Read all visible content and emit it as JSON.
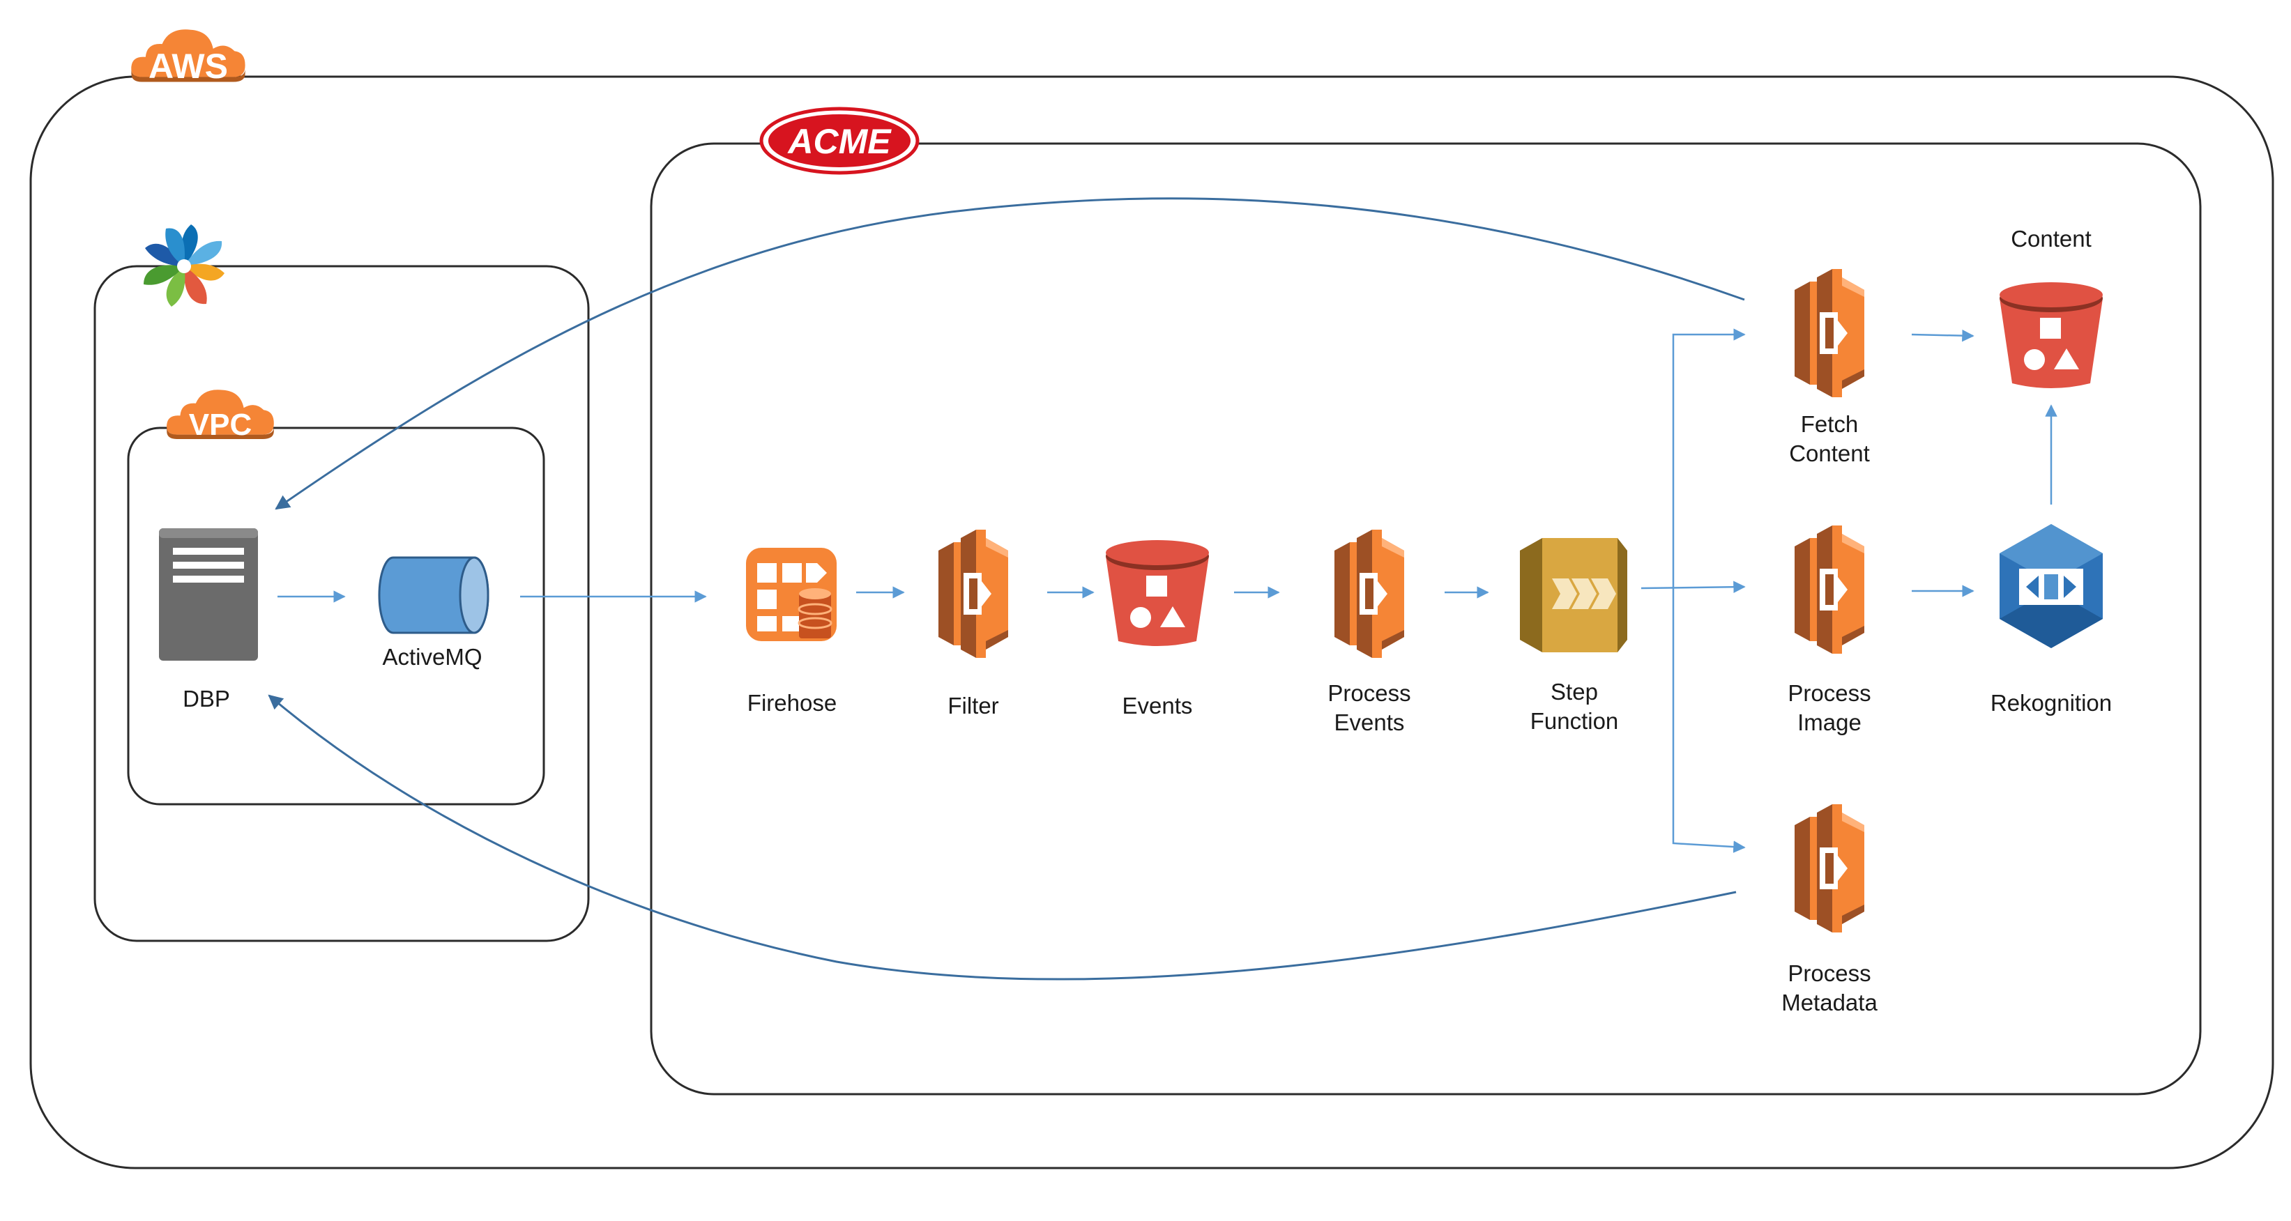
{
  "containers": {
    "aws_badge": "AWS",
    "acme_badge": "ACME",
    "vpc_badge": "VPC"
  },
  "nodes": {
    "dbp": "DBP",
    "activemq": "ActiveMQ",
    "firehose": "Firehose",
    "filter": "Filter",
    "events": "Events",
    "process_events": [
      "Process",
      "Events"
    ],
    "step_function": [
      "Step",
      "Function"
    ],
    "fetch_content": [
      "Fetch",
      "Content"
    ],
    "process_image": [
      "Process",
      "Image"
    ],
    "process_metadata": [
      "Process",
      "Metadata"
    ],
    "content": "Content",
    "rekognition": "Rekognition"
  },
  "icons": {
    "dbp": "server-icon",
    "activemq": "queue-cylinder-icon",
    "firehose": "kinesis-firehose-icon",
    "lambda": "lambda-icon",
    "s3": "s3-bucket-icon",
    "step_function": "step-functions-icon",
    "rekognition": "rekognition-icon",
    "alfresco": "alfresco-logo"
  },
  "colors": {
    "aws_orange": "#F58536",
    "lambda_dark": "#9D5025",
    "s3_red": "#E05243",
    "step_gold": "#D9A741",
    "rekognition_blue": "#2E73B8",
    "acme_red": "#D7141F",
    "server_gray": "#6B6B6B",
    "queue_blue": "#5B9BD5",
    "arrow_blue": "#5B9BD5"
  }
}
